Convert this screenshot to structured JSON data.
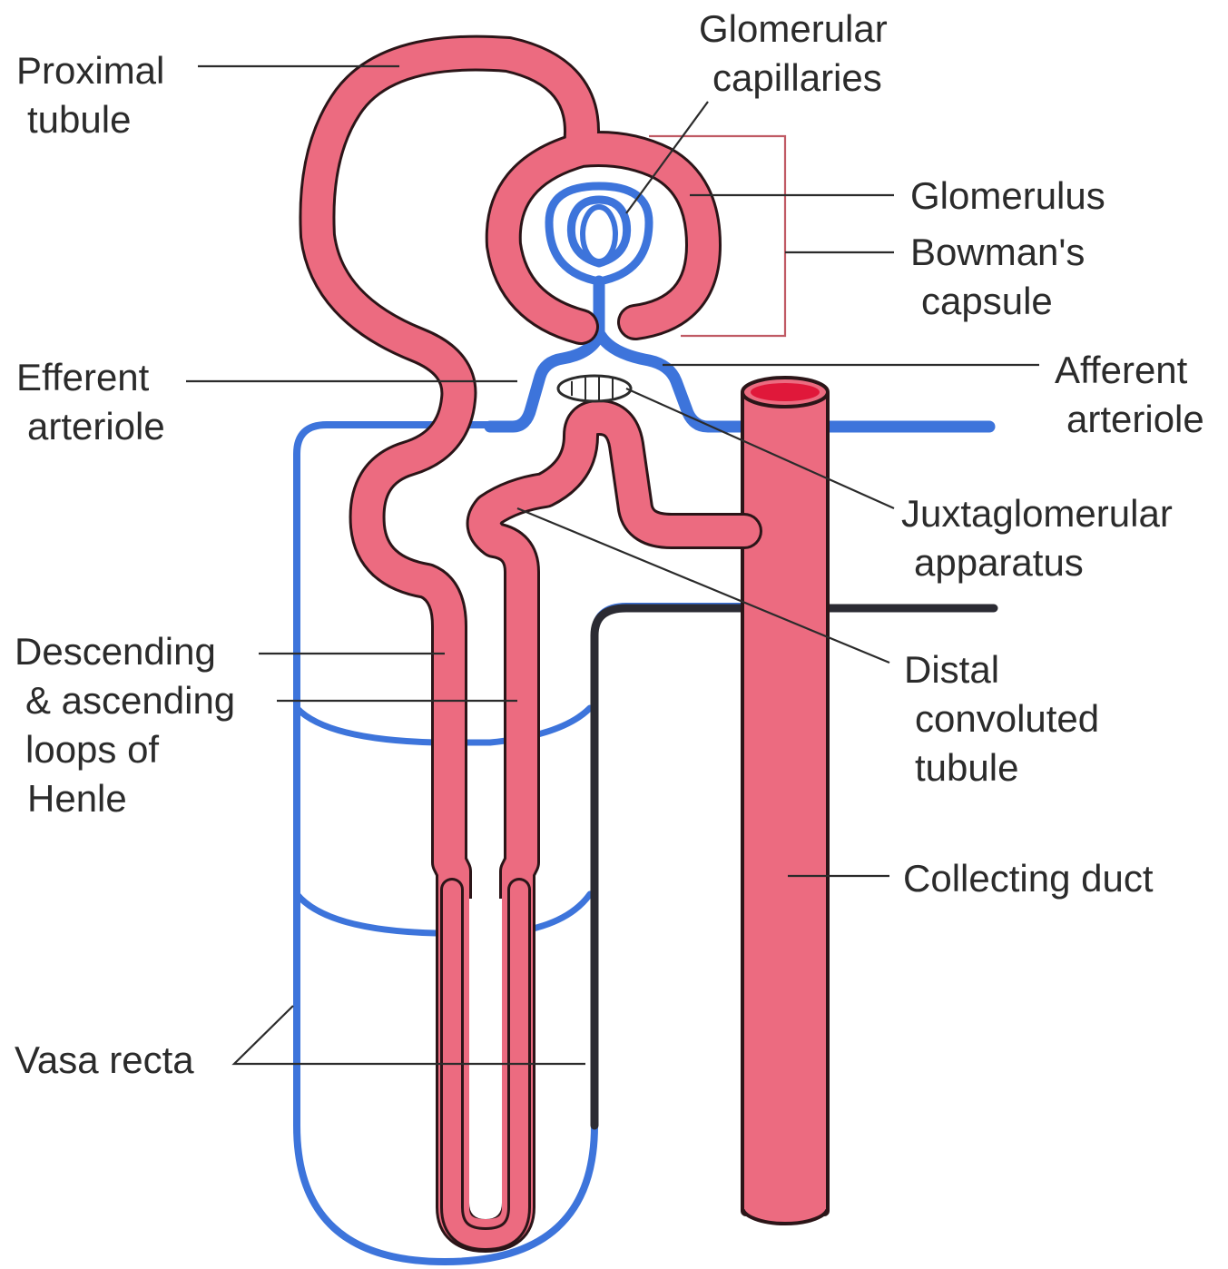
{
  "colors": {
    "tubule": "#ec6b80",
    "tubule_outline": "#2b1518",
    "vessel": "#3d74db",
    "nerve": "#2b2b33",
    "duct_lumen": "#e0183a",
    "text": "#2b2b2b"
  },
  "labels": {
    "proximal_tubule": [
      "Proximal",
      "tubule"
    ],
    "glomerular_capillaries": [
      "Glomerular",
      "capillaries"
    ],
    "glomerulus": "Glomerulus",
    "bowmans_capsule": [
      "Bowman's",
      "capsule"
    ],
    "efferent_arteriole": [
      "Efferent",
      "arteriole"
    ],
    "afferent_arteriole": [
      "Afferent",
      "arteriole"
    ],
    "juxtaglomerular_apparatus": [
      "Juxtaglomerular",
      "apparatus"
    ],
    "loops_of_henle": [
      "Descending",
      "& ascending",
      "loops of",
      "Henle"
    ],
    "distal_convoluted_tubule": [
      "Distal",
      "convoluted",
      "tubule"
    ],
    "collecting_duct": "Collecting duct",
    "vasa_recta": "Vasa recta"
  }
}
